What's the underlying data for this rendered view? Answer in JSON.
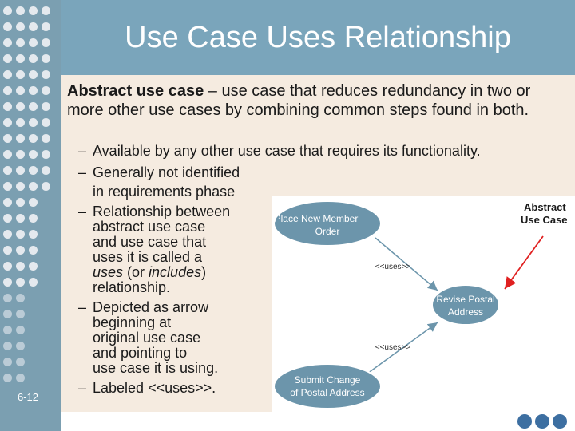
{
  "slide": {
    "title": "Use Case Uses Relationship",
    "number": "6-12"
  },
  "body": {
    "term": "Abstract use case",
    "definition": " – use case that reduces redundancy in two or more other use cases by combining common steps found in both."
  },
  "bullets": [
    {
      "dash": "–",
      "lines": [
        "Available by any other use case that requires its functionality."
      ]
    },
    {
      "dash": "–",
      "lines": [
        "Generally not identified",
        "in requirements phase"
      ]
    },
    {
      "dash": "–",
      "lines": [
        "Relationship between",
        "abstract use case",
        "and use case that",
        "uses it is called a",
        "uses (or includes)",
        "relationship."
      ]
    },
    {
      "dash": "–",
      "lines": [
        "Depicted as arrow",
        "beginning at",
        "original use case",
        "and pointing to",
        "use case it is using."
      ]
    },
    {
      "dash": "–",
      "lines": [
        "Labeled <<uses>>."
      ]
    }
  ],
  "diagram": {
    "use_case_1": [
      "Place New Member",
      "Order"
    ],
    "use_case_2": [
      "Revise Postal",
      "Address"
    ],
    "use_case_3": [
      "Submit Change",
      "of Postal Address"
    ],
    "stereotype_1": "<<uses>>",
    "stereotype_2": "<<uses>>",
    "annotation": [
      "Abstract",
      "Use Case"
    ]
  },
  "colors": {
    "sidebar": "#7b9fb1",
    "title_bar": "#7aa5bb",
    "content_bg": "#f5ebe0",
    "ellipse_fill": "#6c95ab",
    "annotation_arrow": "#e02020",
    "bottom_dots": "#3d6fa1"
  }
}
